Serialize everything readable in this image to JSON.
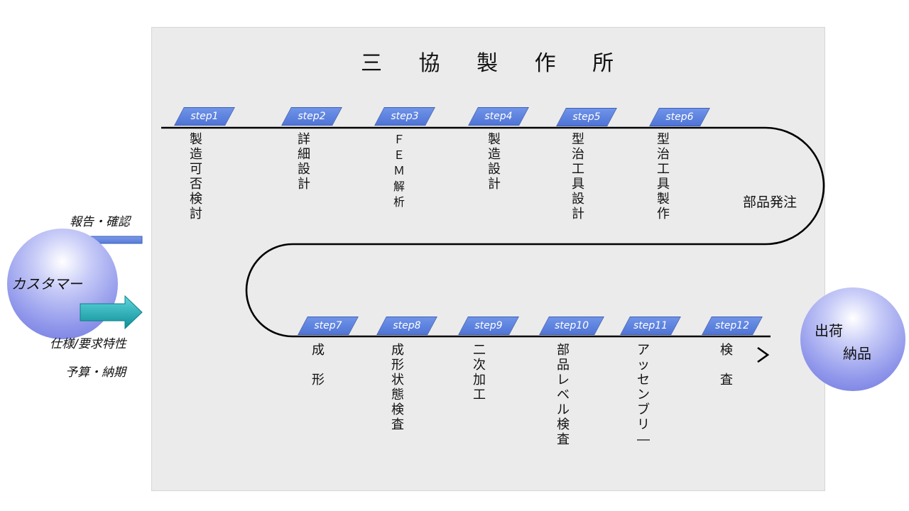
{
  "title": "三 協 製 作 所",
  "steps_top": [
    {
      "tag": "step1",
      "label": "製\n造\n可\n否\n検\n討"
    },
    {
      "tag": "step2",
      "label": "詳\n細\n設\n計"
    },
    {
      "tag": "step3",
      "label": "Ｆ\nＥ\nＭ\n解\n析"
    },
    {
      "tag": "step4",
      "label": "製\n造\n設\n計"
    },
    {
      "tag": "step5",
      "label": "型\n治\n工\n具\n設\n計"
    },
    {
      "tag": "step6",
      "label": "型\n治\n工\n具\n製\n作"
    }
  ],
  "parts_order": "部品発注",
  "steps_bottom": [
    {
      "tag": "step7",
      "label": "成\n\n形"
    },
    {
      "tag": "step8",
      "label": "成\n形\n状\n態\n検\n査"
    },
    {
      "tag": "step9",
      "label": "二\n次\n加\n工"
    },
    {
      "tag": "step10",
      "label": "部\n品\nレ\nベ\nル\n検\n査"
    },
    {
      "tag": "step11",
      "label": "ア\nッ\nセ\nン\nブ\nリ\n―"
    },
    {
      "tag": "step12",
      "label": "検\n\n査"
    }
  ],
  "customer": {
    "label": "カスタマー",
    "report": "報告・確認",
    "spec": "仕様/要求特性",
    "budget": "予算・納期"
  },
  "delivery": {
    "line1": "出荷",
    "line2": "納品"
  },
  "colors": {
    "step_tag": "#5b7fe0",
    "customer_circle": "#8e95ea",
    "teal_arrow": "#1ca7b0",
    "report_arrow": "#5b7fe0"
  }
}
